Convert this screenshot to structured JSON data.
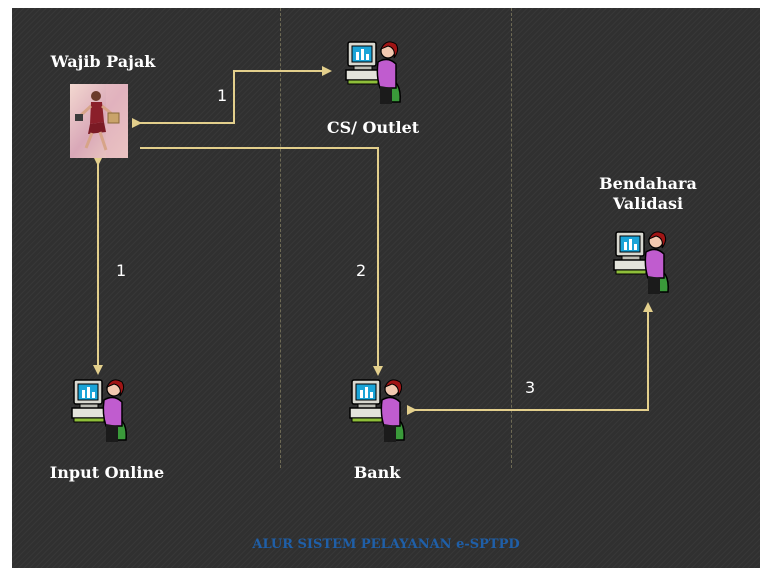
{
  "nodes": {
    "wajib_pajak": "Wajib Pajak",
    "cs_outlet": "CS/ Outlet",
    "bendahara_line1": "Bendahara",
    "bendahara_line2": "Validasi",
    "input_online": "Input Online",
    "bank": "Bank"
  },
  "edges": {
    "to_cs": "1",
    "to_input": "1",
    "to_bank": "2",
    "bank_bendahara": "3"
  },
  "footer": {
    "title": "ALUR SISTEM PELAYANAN e-SPTPD"
  },
  "colors": {
    "background": "#303030",
    "arrow": "#e3cf8c",
    "footer_text": "#1f5fa8",
    "divider": "#6e6a55"
  },
  "icons": {
    "person_photo": "businesswoman-walking-icon",
    "operator": "woman-at-computer-icon"
  }
}
